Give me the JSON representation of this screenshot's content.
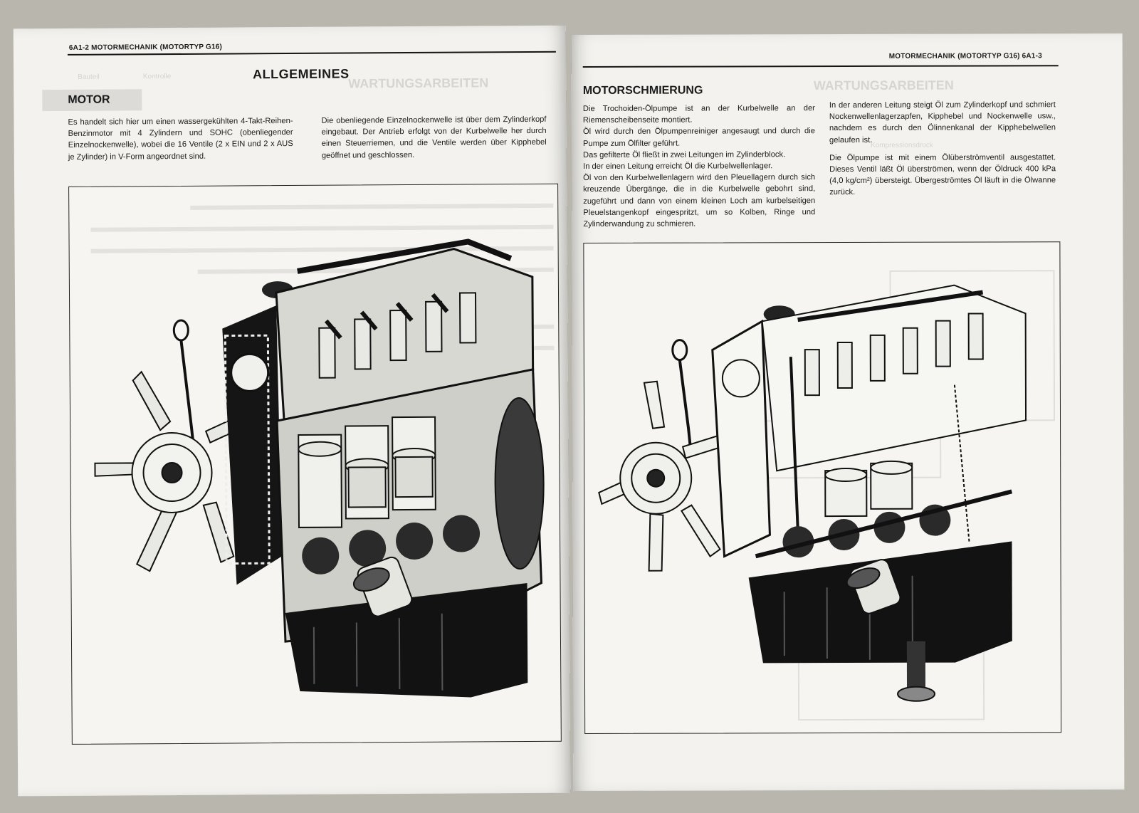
{
  "left_page": {
    "header": "6A1-2  MOTORMECHANIK (MOTORTYP G16)",
    "title": "ALLGEMEINES",
    "section": "MOTOR",
    "col1": "Es handelt sich hier um einen wassergekühlten 4-Takt-Reihen-Benzinmotor mit 4 Zylindern und SOHC (obenliegender Einzelnockenwelle), wobei die 16 Ventile (2 x EIN und 2 x AUS je Zylinder) in V-Form angeordnet sind.",
    "col2": "Die obenliegende Einzelnockenwelle ist über dem Zylinderkopf eingebaut. Der Antrieb erfolgt von der Kurbelwelle her durch einen Steuerriemen, und die Ventile werden über Kipphebel geöffnet und geschlossen.",
    "figure_icon": "engine-cutaway-illustration"
  },
  "right_page": {
    "header": "MOTORMECHANIK (MOTORTYP G16)   6A1-3",
    "section": "MOTORSCHMIERUNG",
    "col1": [
      "Die Trochoiden-Ölpumpe ist an der Kurbelwelle an der Riemenscheibenseite montiert.",
      "Öl wird durch den Ölpumpenreiniger angesaugt und durch die Pumpe zum Ölfilter geführt.",
      "Das gefilterte Öl fließt in zwei Leitungen im Zylinderblock.",
      "In der einen Leitung erreicht Öl die Kurbelwellenlager.",
      "Öl von den Kurbelwellenlagern wird den Pleuellagern durch sich kreuzende Übergänge, die in die Kurbelwelle gebohrt sind, zugeführt und dann von einem kleinen Loch am kurbelseitigen Pleuelstangenkopf eingespritzt, um so Kolben, Ringe und Zylinderwandung zu schmieren."
    ],
    "col2": [
      "In der anderen Leitung steigt Öl zum Zylinderkopf und schmiert Nockenwellenlagerzapfen, Kipphebel und Nockenwelle usw., nachdem es durch den Ölinnenkanal der Kipphebelwellen gelaufen ist.",
      "Die Ölpumpe ist mit einem Ölüberströmventil ausgestattet. Dieses Ventil läßt Öl überströmen, wenn der Öldruck 400 kPa (4,0 kg/cm²) übersteigt. Übergeströmtes Öl läuft in die Ölwanne zurück."
    ],
    "figure_icon": "engine-lubrication-illustration"
  }
}
